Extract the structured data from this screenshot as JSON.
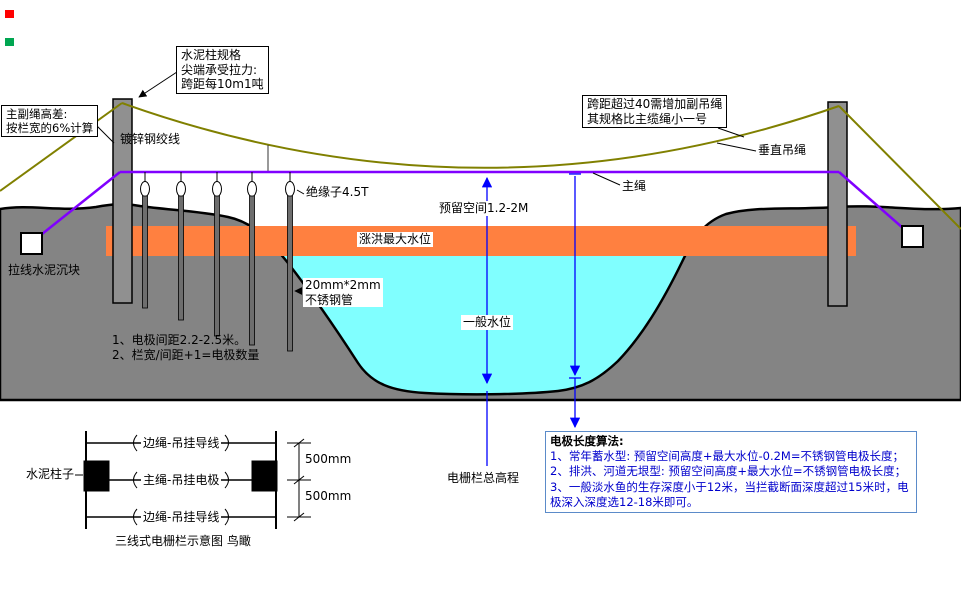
{
  "annotations": {
    "post_spec": "水泥柱规格\n尖端承受拉力:\n跨距每10m1吨",
    "rope_height_diff": "主副绳高差:\n按栏宽的6%计算",
    "galvanized_wire": "镀锌钢绞线",
    "span_note": "跨距超过40需增加副吊绳\n其规格比主缆绳小一号",
    "vertical_rope": "垂直吊绳",
    "main_rope": "主绳",
    "insulator": "绝缘子4.5T",
    "reserved_space": "预留空间1.2-2M",
    "flood_level": "涨洪最大水位",
    "normal_level": "一般水位",
    "steel_pipe": "20mm*2mm\n不锈钢管",
    "anchor_block": "拉线水泥沉块",
    "electrode_notes": "1、电极间距2.2-2.5米。\n2、栏宽/间距+1=电极数量",
    "fence_elevation": "电栅栏总高程"
  },
  "detail": {
    "post_label": "水泥柱子",
    "wire_top": "边绳-吊挂导线",
    "wire_mid": "主绳-吊挂电极",
    "wire_bottom": "边绳-吊挂导线",
    "dim_top": "500mm",
    "dim_bottom": "500mm",
    "caption": "三线式电栅栏示意图  鸟瞰"
  },
  "info_box": {
    "title": "电极长度算法:",
    "items": [
      "1、常年蓄水型: 预留空间高度+最大水位-0.2M=不锈钢管电极长度；",
      "2、排洪、河道无垠型: 预留空间高度+最大水位=不锈钢管电极长度；",
      "3、一般淡水鱼的生存深度小于12米，当拦截断面深度超过15米时，电极深入深度选12-18米即可。"
    ]
  },
  "colors": {
    "terrain_gray": "#848484",
    "water_cyan": "#80FFFF",
    "flood_orange": "#FF8040",
    "main_rope_purple": "#8000FF",
    "catenary_olive": "#808000",
    "measure_blue": "#0000FF",
    "info_border_blue": "#5B8BC9",
    "info_text_blue": "#0000CC",
    "mark_red": "#FF0000",
    "mark_green": "#00A651"
  }
}
